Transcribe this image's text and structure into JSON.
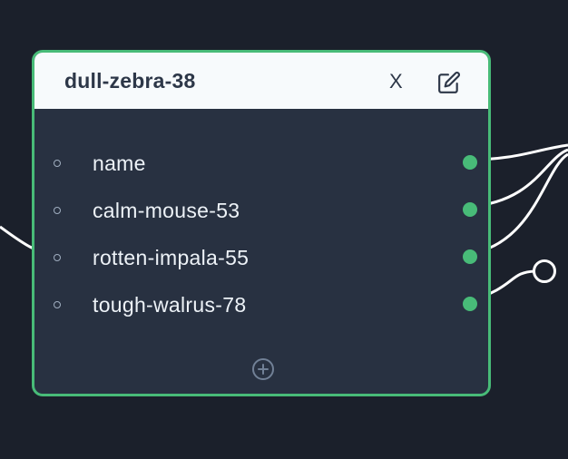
{
  "node": {
    "title": "dull-zebra-38",
    "close_label": "X",
    "edit_icon": "edit-icon",
    "add_icon": "plus-circle-icon",
    "ports": [
      {
        "label": "name"
      },
      {
        "label": "calm-mouse-53"
      },
      {
        "label": "rotten-impala-55"
      },
      {
        "label": "tough-walrus-78"
      }
    ]
  },
  "colors": {
    "canvas_bg": "#1b202b",
    "node_bg": "#283141",
    "header_bg": "#f7fafc",
    "accent": "#48bb78",
    "edge": "#ffffff"
  }
}
